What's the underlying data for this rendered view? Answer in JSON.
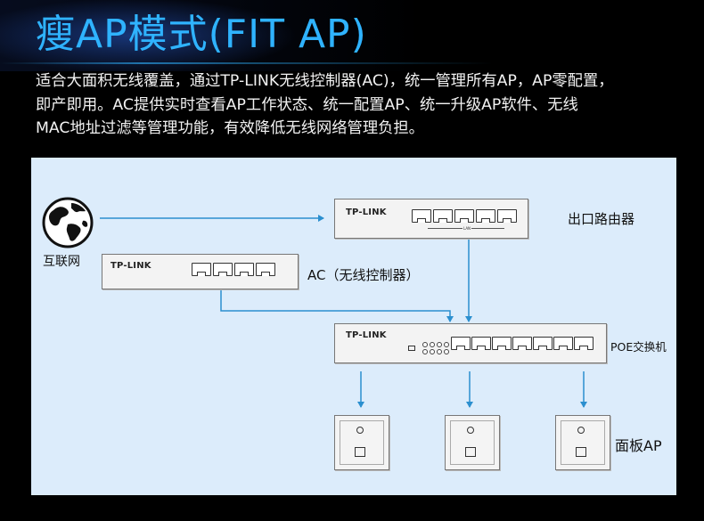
{
  "title": "瘦AP模式(FIT AP)",
  "description": [
    "适合大面积无线覆盖，通过TP-LINK无线控制器(AC)，统一管理所有AP，AP零配置，",
    "即产即用。AC提供实时查看AP工作状态、统一配置AP、统一升级AP软件、无线",
    "MAC地址过滤等管理功能，有效降低无线网络管理负担。"
  ],
  "diagram": {
    "internet_label": "互联网",
    "router_label": "出口路由器",
    "ac_label": "AC（无线控制器）",
    "poe_switch_label": "POE交换机",
    "panel_ap_label": "面板AP",
    "brand": "TP-LINK",
    "router_port_caption": "LAN",
    "colors": {
      "title": "#2fb3ff",
      "panel_bg": "#dcecfb",
      "arrow": "#2b8fcf"
    },
    "icons": [
      "globe-icon",
      "router-device",
      "ac-controller-device",
      "poe-switch-device",
      "panel-ap-device"
    ]
  }
}
